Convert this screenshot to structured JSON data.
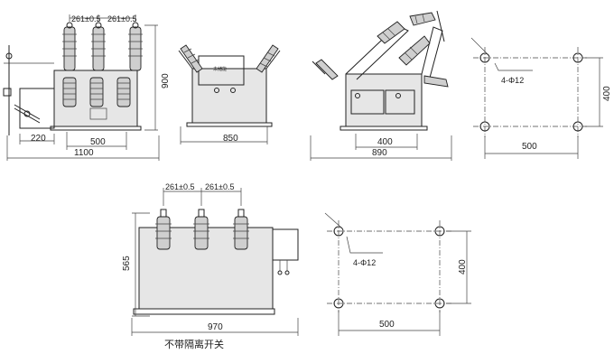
{
  "drawing_1": {
    "dim_spacing_left": "261±0.5",
    "dim_spacing_right": "261±0.5",
    "dim_height": "900",
    "dim_220": "220",
    "dim_500": "500",
    "dim_width": "1100"
  },
  "drawing_2": {
    "dim_width": "850",
    "plate_label": "未储能"
  },
  "drawing_3": {
    "dim_400": "400",
    "dim_890": "890"
  },
  "drawing_4": {
    "holes": "4-Φ12",
    "dim_400": "400",
    "dim_500": "500"
  },
  "drawing_5": {
    "dim_spacing_left": "261±0.5",
    "dim_spacing_right": "261±0.5",
    "dim_height": "565",
    "dim_width": "970",
    "caption": "不带隔离开关"
  },
  "drawing_6": {
    "holes": "4-Φ12",
    "dim_400": "400",
    "dim_500": "500"
  }
}
